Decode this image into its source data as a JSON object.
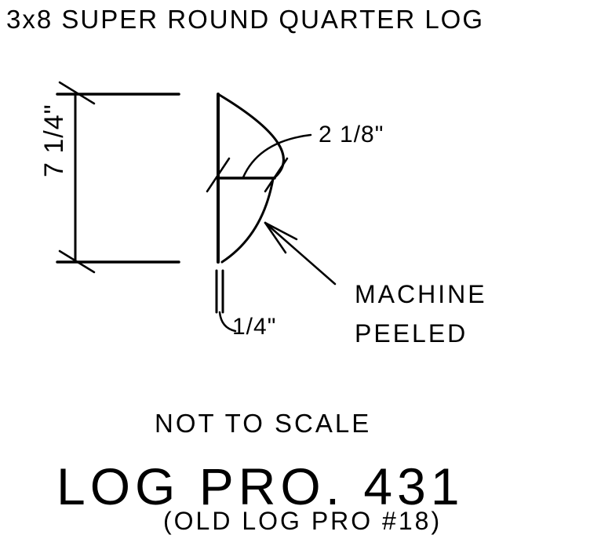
{
  "drawing": {
    "title": "3x8 SUPER ROUND QUARTER LOG",
    "dimensions": {
      "height": "7 1/4\"",
      "width": "2 1/8\"",
      "gap": "1/4\""
    },
    "callout": {
      "line1": "MACHINE",
      "line2": "PEELED"
    },
    "scale_note": "NOT TO SCALE",
    "product_name": "LOG PRO. 431",
    "old_name": "(OLD LOG PRO #18)"
  },
  "colors": {
    "line": "#000000",
    "background": "#ffffff"
  }
}
